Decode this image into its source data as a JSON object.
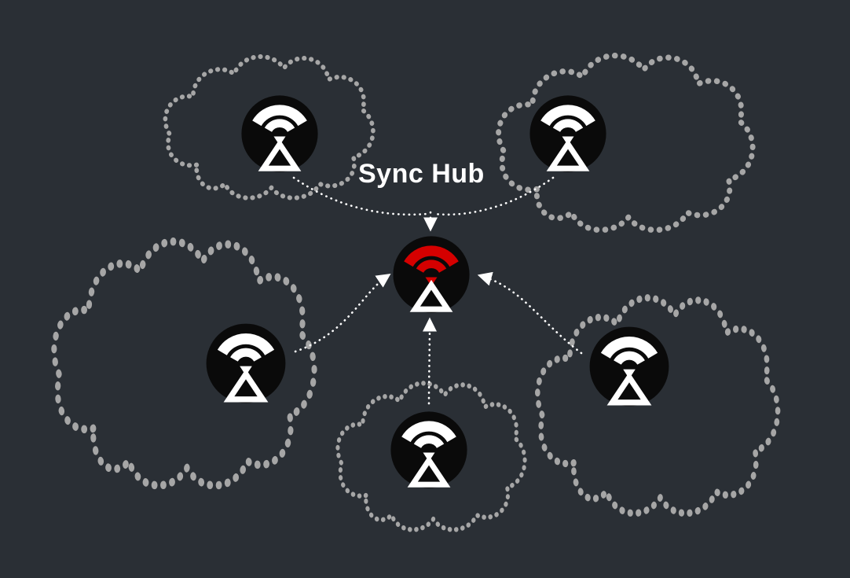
{
  "diagram": {
    "title": "Sync Hub",
    "colors": {
      "background": "#2a2f35",
      "cloud_outline": "#a6a6a6",
      "arrow": "#ffffff",
      "node_bg": "#0a0a0a",
      "node_glyph": "#ffffff",
      "hub_accent": "#d50000",
      "title_color": "#ffffff"
    },
    "hub": {
      "label": "Sync Hub",
      "icon": "beacon-icon",
      "accent_parts": "signal-arcs",
      "white_parts": "triangle"
    },
    "nodes": [
      {
        "id": "device-top-left",
        "icon": "beacon-icon",
        "container": "dotted-cloud"
      },
      {
        "id": "device-top-right",
        "icon": "beacon-icon",
        "container": "dotted-cloud"
      },
      {
        "id": "device-mid-left",
        "icon": "beacon-icon",
        "container": "dotted-cloud"
      },
      {
        "id": "device-bottom-center",
        "icon": "beacon-icon",
        "container": "dotted-cloud"
      },
      {
        "id": "device-right",
        "icon": "beacon-icon",
        "container": "dotted-cloud"
      }
    ],
    "connections": [
      {
        "from": "device-top-left",
        "to": "hub"
      },
      {
        "from": "device-top-right",
        "to": "hub"
      },
      {
        "from": "device-mid-left",
        "to": "hub"
      },
      {
        "from": "device-bottom-center",
        "to": "hub"
      },
      {
        "from": "device-right",
        "to": "hub"
      }
    ]
  }
}
